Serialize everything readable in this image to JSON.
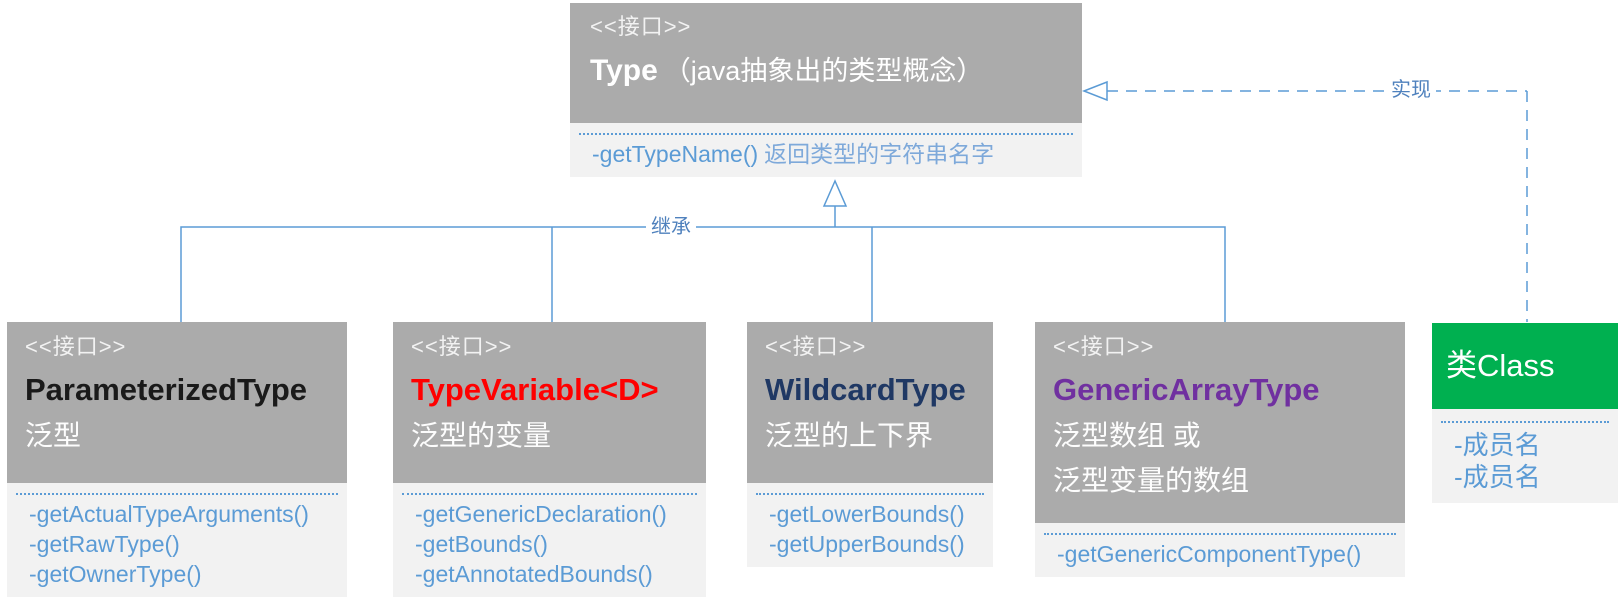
{
  "colors": {
    "header_gray": "#ABABAB",
    "section_bg": "#F2F2F2",
    "method_blue": "#5B9BD5",
    "desc_blue": "#7EA9DA",
    "line_blue": "#5B9BD5",
    "label_blue": "#4F81BD",
    "name_black": "#1A1A1A",
    "name_red": "#FF0000",
    "name_navy": "#1F3864",
    "name_purple": "#7030A0",
    "class_green": "#00B050"
  },
  "labels": {
    "inherit": "继承",
    "implement": "实现"
  },
  "type_box": {
    "stereotype": "<<接口>>",
    "name": "Type",
    "name_note": "（java抽象出的类型概念）",
    "method_code": "-getTypeName()",
    "method_desc": "返回类型的字符串名字"
  },
  "subtypes": [
    {
      "stereotype": "<<接口>>",
      "name": "ParameterizedType",
      "subtitle": "泛型",
      "methods": [
        "-getActualTypeArguments()",
        "-getRawType()",
        "-getOwnerType()"
      ]
    },
    {
      "stereotype": "<<接口>>",
      "name": "TypeVariable<D>",
      "subtitle": "泛型的变量",
      "methods": [
        "-getGenericDeclaration()",
        "-getBounds()",
        "-getAnnotatedBounds()"
      ]
    },
    {
      "stereotype": "<<接口>>",
      "name": "WildcardType",
      "subtitle": "泛型的上下界",
      "methods": [
        "-getLowerBounds()",
        "-getUpperBounds()"
      ]
    },
    {
      "stereotype": "<<接口>>",
      "name": "GenericArrayType",
      "subtitle": "泛型数组 或",
      "subtitle2": "泛型变量的数组",
      "methods": [
        "-getGenericComponentType()"
      ]
    }
  ],
  "class_box": {
    "name": "类Class",
    "members": [
      "-成员名",
      "-成员名"
    ]
  }
}
